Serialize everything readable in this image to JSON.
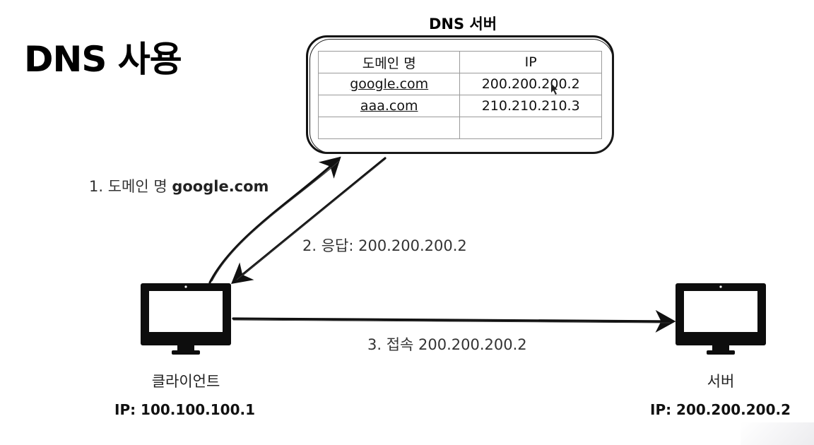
{
  "title": "DNS 사용",
  "dns_server": {
    "caption": "DNS 서버",
    "table": {
      "headers": [
        "도메인 명",
        "IP"
      ],
      "rows": [
        [
          "google.com",
          "200.200.200.2"
        ],
        [
          "aaa.com",
          "210.210.210.3"
        ],
        [
          "",
          ""
        ]
      ]
    }
  },
  "steps": {
    "step1_prefix": "1. 도메인 명 ",
    "step1_domain": "google.com",
    "step2": "2. 응답: 200.200.200.2",
    "step3": "3. 접속 200.200.200.2"
  },
  "client": {
    "label": "클라이언트",
    "ip": "IP: 100.100.100.1",
    "icon": "monitor-icon"
  },
  "server": {
    "label": "서버",
    "ip": "IP: 200.200.200.2",
    "icon": "monitor-icon"
  },
  "colors": {
    "ink": "#111111",
    "label": "#333333"
  }
}
